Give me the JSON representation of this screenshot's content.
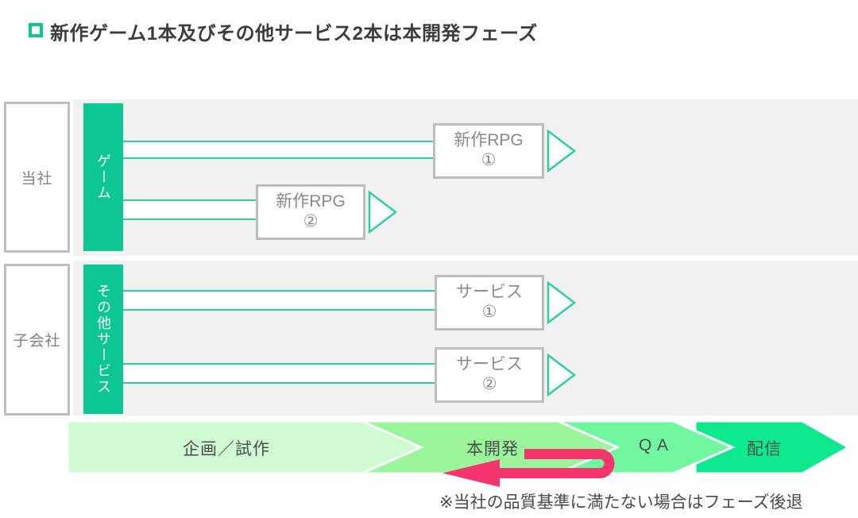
{
  "title": {
    "text": "新作ゲーム1本及びその他サービス2本は本開発フェーズ"
  },
  "rows": [
    {
      "entity": "当社",
      "category": "ゲーム",
      "items": [
        {
          "line1": "新作RPG",
          "line2": "①"
        },
        {
          "line1": "新作RPG",
          "line2": "②"
        }
      ]
    },
    {
      "entity": "子会社",
      "category": "その他サービス",
      "items": [
        {
          "line1": "サービス",
          "line2": "①"
        },
        {
          "line1": "サービス",
          "line2": "②"
        }
      ]
    }
  ],
  "phases": [
    {
      "label": "企画／試作",
      "color": "#CFFAD2"
    },
    {
      "label": "本開発",
      "color": "#9AF59B"
    },
    {
      "label": "Q A",
      "color": "#70F7A0"
    },
    {
      "label": "配信",
      "color": "#0DE98C"
    }
  ],
  "footnote": "※当社の品質基準に満たない場合はフェーズ後退",
  "colors": {
    "brand_green": "#0CC693",
    "tube_green": "#2CCFA0",
    "regression_pink": "#F5366E",
    "panel_gray": "#F1F1F1",
    "border_gray": "#BFBFBF",
    "white": "#FFFFFF"
  }
}
